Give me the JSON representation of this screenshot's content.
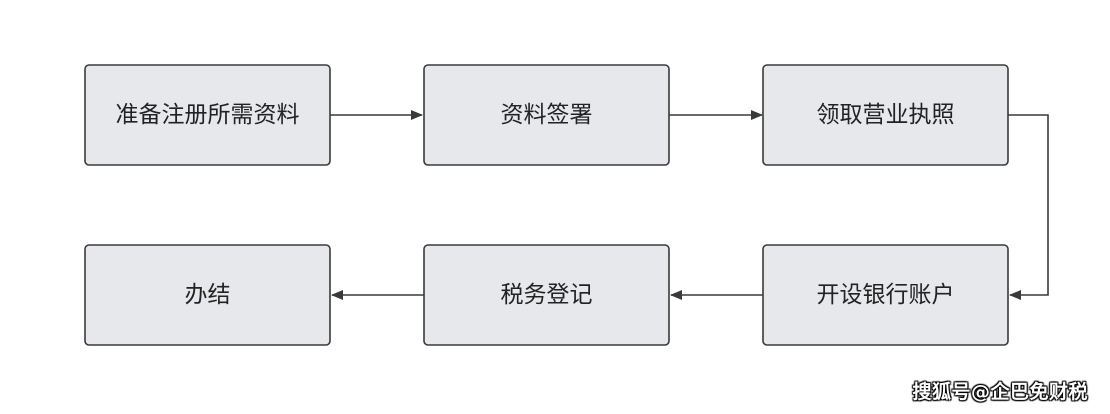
{
  "flowchart": {
    "nodes": [
      {
        "id": "n1",
        "label": "准备注册所需资料"
      },
      {
        "id": "n2",
        "label": "资料签署"
      },
      {
        "id": "n3",
        "label": "领取营业执照"
      },
      {
        "id": "n4",
        "label": "开设银行账户"
      },
      {
        "id": "n5",
        "label": "税务登记"
      },
      {
        "id": "n6",
        "label": "办结"
      }
    ],
    "edges": [
      {
        "from": "n1",
        "to": "n2"
      },
      {
        "from": "n2",
        "to": "n3"
      },
      {
        "from": "n3",
        "to": "n4"
      },
      {
        "from": "n4",
        "to": "n5"
      },
      {
        "from": "n5",
        "to": "n6"
      }
    ],
    "colors": {
      "node_fill": "#e6e8eb",
      "stroke": "#3a3a3a",
      "text": "#222222"
    }
  },
  "watermark": {
    "text": "搜狐号@企巴免财税"
  }
}
